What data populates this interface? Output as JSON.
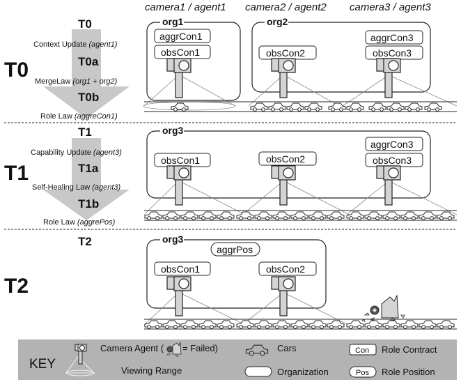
{
  "headers": {
    "cam1": "camera1 / agent1",
    "cam2": "camera2 / agent2",
    "cam3": "camera3 / agent3"
  },
  "phases": {
    "t0": "T0",
    "t1": "T1",
    "t2": "T2"
  },
  "steps": {
    "t0": "T0",
    "context_update": "Context Update",
    "context_update_arg": "(agent1)",
    "t0a": "T0a",
    "mergelaw": "MergeLaw",
    "mergelaw_arg": "(org1 + org2)",
    "t0b": "T0b",
    "role_law_1": "Role Law",
    "role_law_1_arg": "(aggreCon1)",
    "t1": "T1",
    "capability_update": "Capability Update",
    "capability_update_arg": "(agent3)",
    "t1a": "T1a",
    "self_healing": "Self-Healing Law",
    "self_healing_arg": "(agent3)",
    "t1b": "T1b",
    "role_law_2": "Role Law",
    "role_law_2_arg": "(aggrePos)",
    "t2": "T2"
  },
  "panel0": {
    "org1": "org1",
    "org2": "org2",
    "aggrCon1": "aggrCon1",
    "obsCon1": "obsCon1",
    "obsCon2": "obsCon2",
    "aggrCon3": "aggrCon3",
    "obsCon3": "obsCon3"
  },
  "panel1": {
    "org3": "org3",
    "obsCon1": "obsCon1",
    "obsCon2": "obsCon2",
    "aggrCon3": "aggrCon3",
    "obsCon3": "obsCon3"
  },
  "panel2": {
    "org3": "org3",
    "aggrPos": "aggrPos",
    "obsCon1": "obsCon1",
    "obsCon2": "obsCon2"
  },
  "key": {
    "title": "KEY",
    "camera_agent": "Camera Agent (",
    "failed": "= Failed)",
    "viewing_range": "Viewing Range",
    "cars": "Cars",
    "organization": "Organization",
    "con_symbol": "Con",
    "role_contract": "Role Contract",
    "pos_symbol": "Pos",
    "role_position": "Role Position"
  },
  "colors": {
    "arrow": "#c8c8c8",
    "key_bg": "#b3b3b3",
    "camera_fill": "#d4d4d4",
    "stroke": "#222222"
  }
}
